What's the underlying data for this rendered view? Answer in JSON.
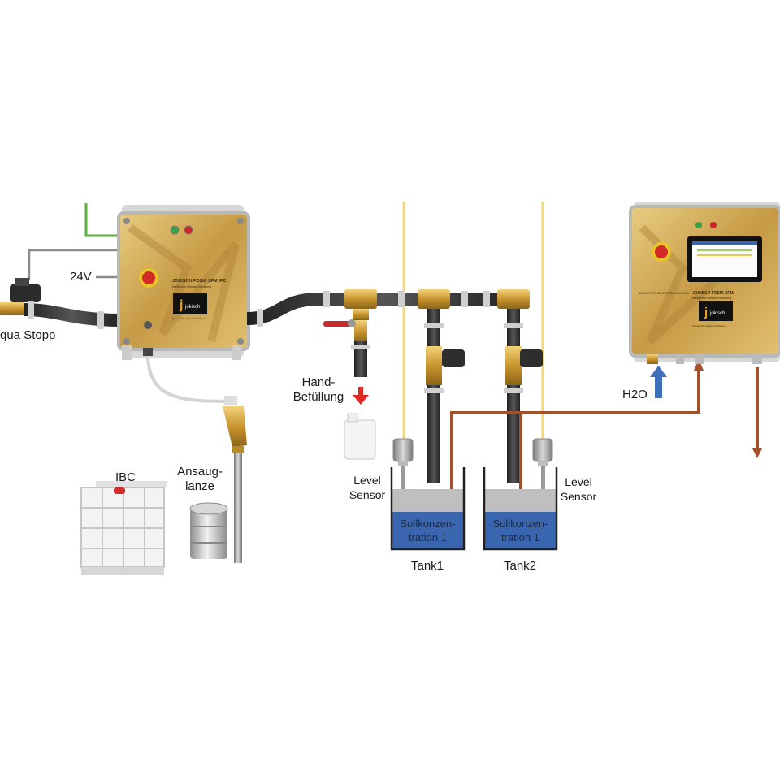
{
  "colors": {
    "gold": "#d1ad55",
    "pipe": "#3c3c3c",
    "brown_line": "#a4502a",
    "yellow_line": "#f1d77a",
    "water": "#3a66b0",
    "green_wire": "#5fae3e",
    "arrow_red": "#e12a22",
    "arrow_blue": "#3f6fb8"
  },
  "controller_left": {
    "title": "JOKISCH FOSIA SFM IPC",
    "subtitle": "Intelligente Pumpen-Steuerung",
    "logo": "jokisch",
    "tagline": "Powered by Jokisch Solutions"
  },
  "controller_right": {
    "title": "JOKISCH FOSIA SFM",
    "subtitle": "Intelligente Pumpen-Steuerung",
    "logo": "jokisch",
    "badge": "ADVISO NPC SENSOR TECHNOLOGY",
    "tagline": "Powered by Jokisch Solutions"
  },
  "labels": {
    "aqua_stopp": "qua Stopp",
    "v24": "24V",
    "hand_befuellung_1": "Hand-",
    "hand_befuellung_2": "Befüllung",
    "ibc": "IBC",
    "ansauglanze_1": "Ansaug-",
    "ansauglanze_2": "lanze",
    "level_sensor_left_1": "Level",
    "level_sensor_left_2": "Sensor",
    "level_sensor_right_1": "Level",
    "level_sensor_right_2": "Sensor",
    "h2o": "H2O",
    "tank1": "Tank1",
    "tank2": "Tank2",
    "tank1_content_1": "Sollkonzen-",
    "tank1_content_2": "tration 1",
    "tank2_content_1": "Sollkonzen-",
    "tank2_content_2": "tration 1"
  }
}
